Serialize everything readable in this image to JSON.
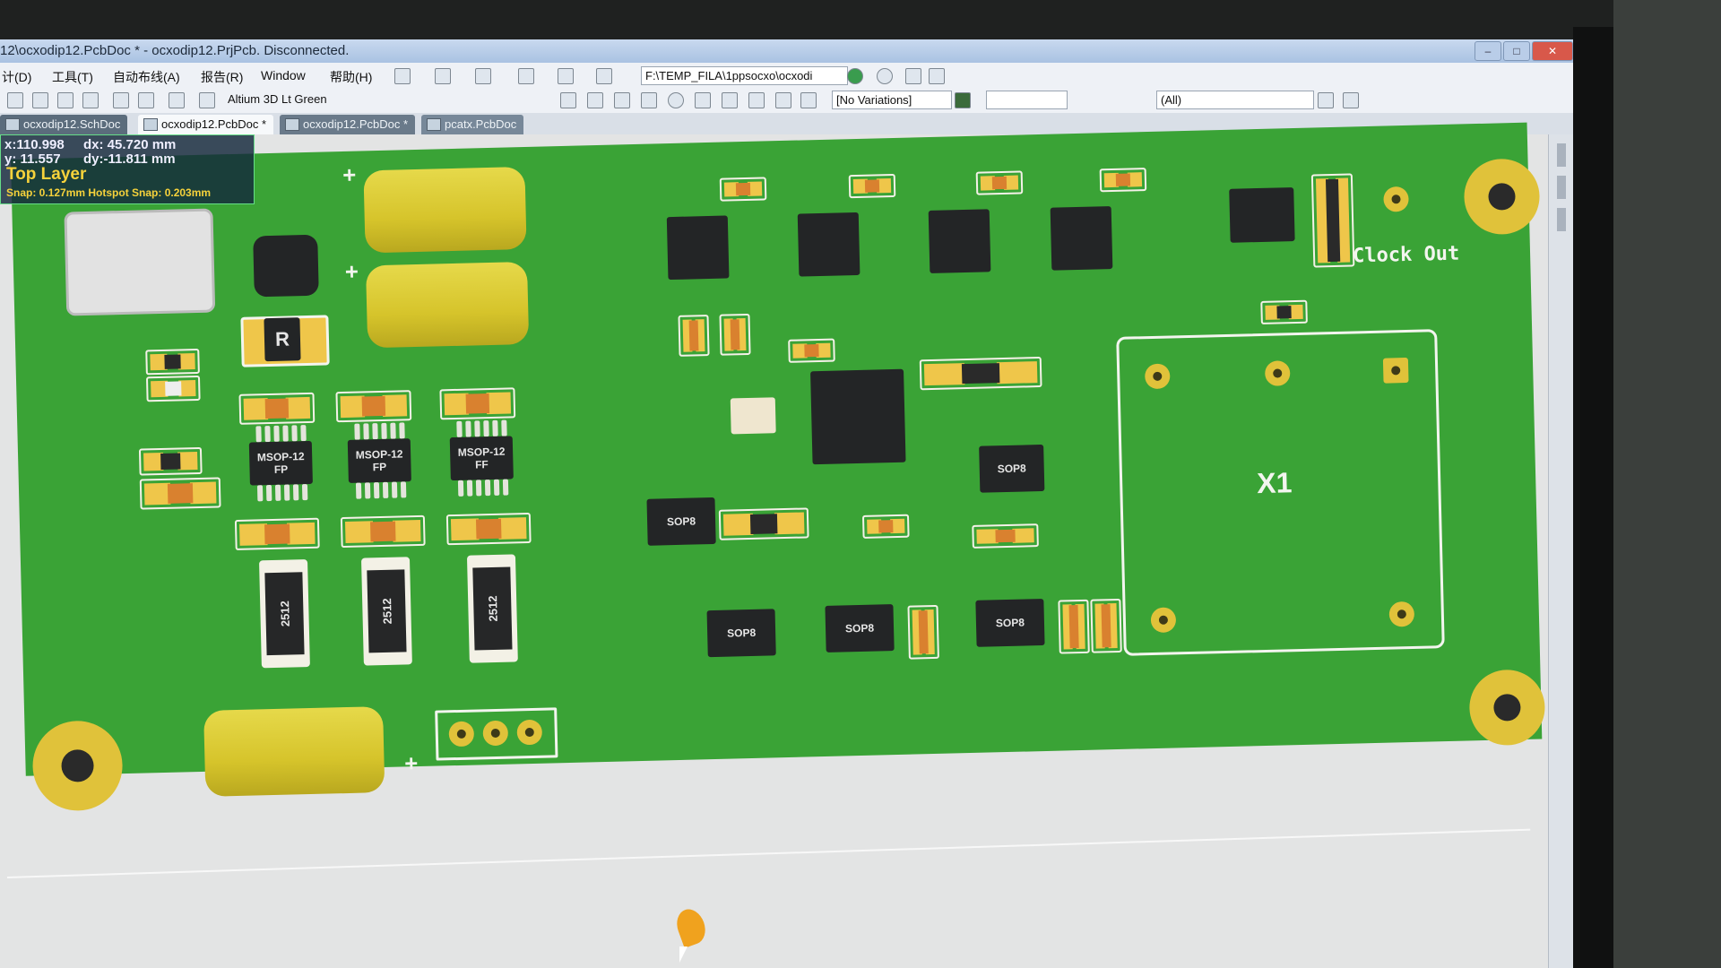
{
  "window": {
    "title": "12\\ocxodip12.PcbDoc * - ocxodip12.PrjPcb. Disconnected.",
    "min": "–",
    "max": "□",
    "close": "✕"
  },
  "menu": {
    "items": [
      "计(D)",
      "工具(T)",
      "自动布线(A)",
      "报告(R)",
      "Window",
      "帮助(H)"
    ],
    "path": "F:\\TEMP_FILA\\1ppsocxo\\ocxodi"
  },
  "toolbar2": {
    "view_config": "Altium 3D Lt Green",
    "variations": "[No Variations]",
    "filter": "(All)"
  },
  "tabs": [
    {
      "label": "ocxodip12.SchDoc"
    },
    {
      "label": "ocxodip12.PcbDoc *"
    },
    {
      "label": "ocxodip12.PcbDoc *"
    },
    {
      "label": "pcatx.PcbDoc"
    }
  ],
  "hud": {
    "x": "x:110.998",
    "dx": "dx: 45.720 mm",
    "y": "y: 11.557",
    "dy": "dy:-11.811  mm",
    "layer": "Top Layer",
    "snap": "Snap: 0.127mm Hotspot Snap: 0.203mm"
  },
  "board": {
    "labels": {
      "r": "R",
      "clock_out": "Clock  Out",
      "x1": "X1",
      "msop1": "MSOP-12 FP",
      "msop2": "MSOP-12 FP",
      "msop3": "MSOP-12 FF",
      "r2512_1": "2512",
      "r2512_2": "2512",
      "r2512_3": "2512",
      "sop8_1": "SOP8",
      "sop8_2": "SOP8",
      "sop8_3": "SOP8",
      "sop8_4": "SOP8",
      "sop8_5": "SOP8",
      "plus": "+"
    }
  },
  "colors": {
    "board_green": "#3aa336",
    "pad_gold": "#e0c23a",
    "silkscreen": "#f3f5ef"
  }
}
